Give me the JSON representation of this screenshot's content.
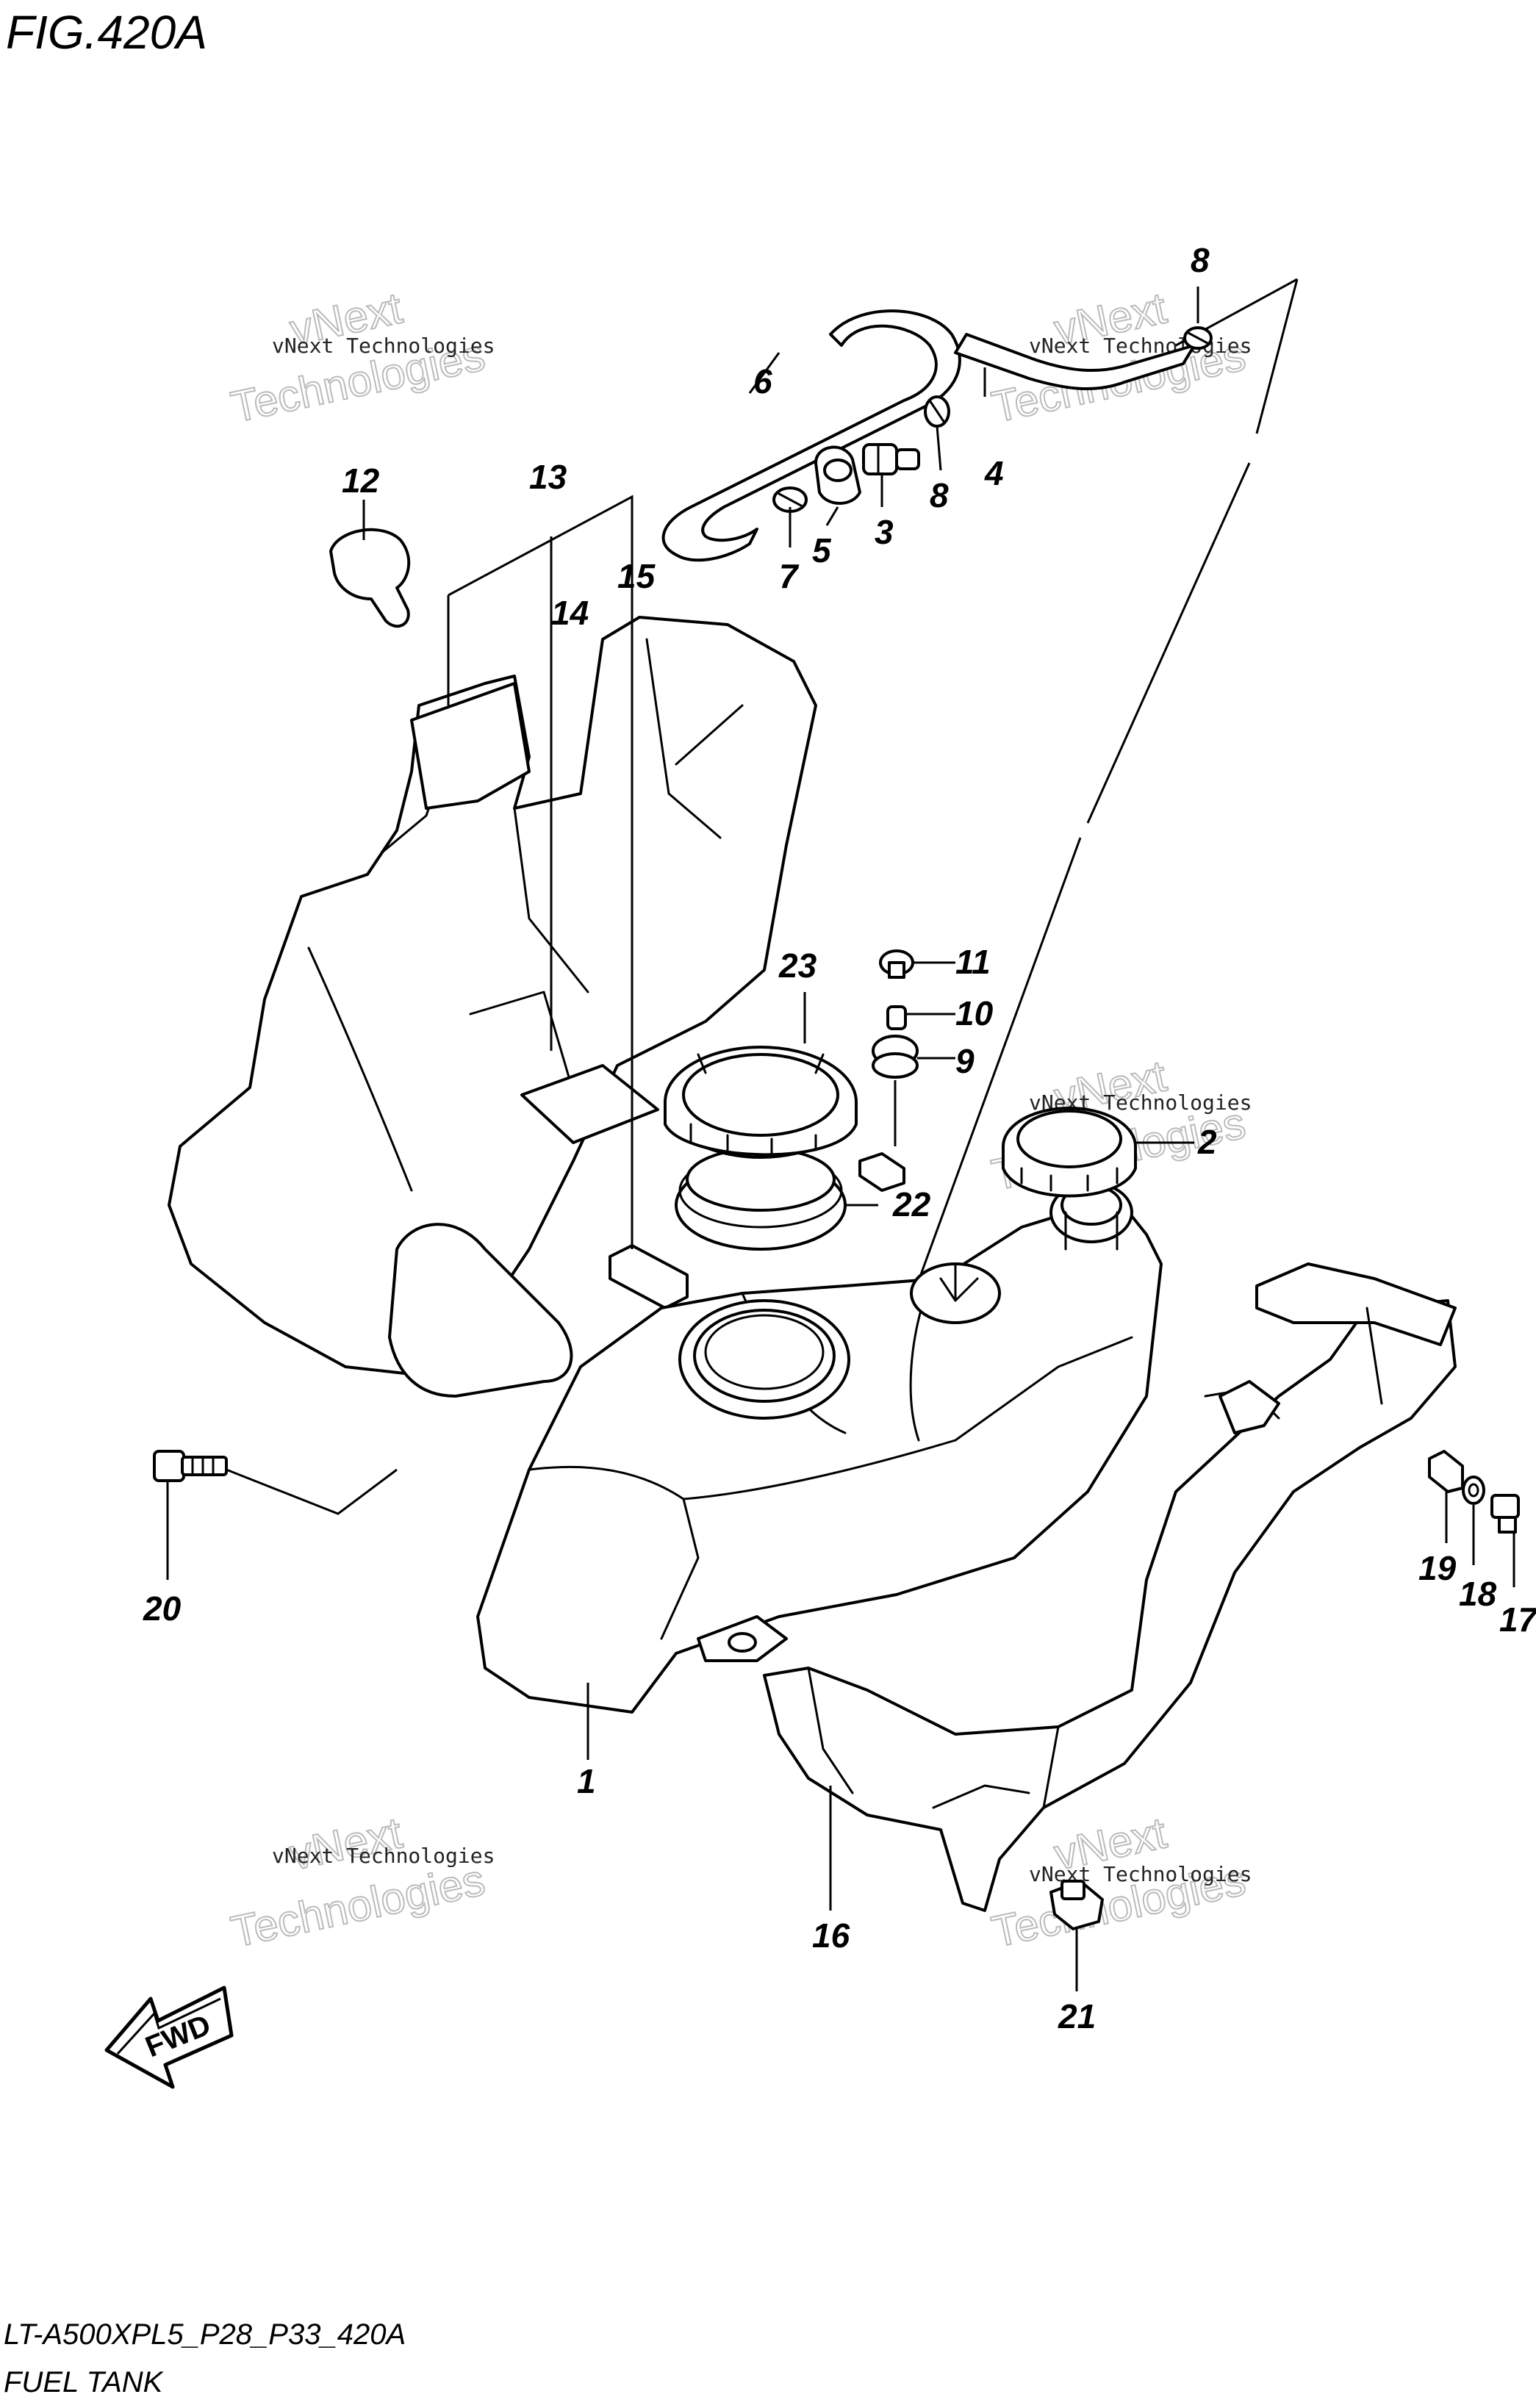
{
  "figure": {
    "title": "FIG.420A",
    "model_code": "LT-A500XPL5_P28_P33_420A",
    "section_name": "FUEL TANK",
    "fwd_label": "FWD"
  },
  "watermark": {
    "line1": "vNext Technologies",
    "big1": "vNext",
    "big2": "Technologies"
  },
  "callouts": [
    "1",
    "2",
    "3",
    "4",
    "5",
    "6",
    "7",
    "8",
    "8",
    "9",
    "10",
    "11",
    "12",
    "13",
    "14",
    "15",
    "16",
    "17",
    "18",
    "19",
    "20",
    "21",
    "22",
    "23"
  ]
}
